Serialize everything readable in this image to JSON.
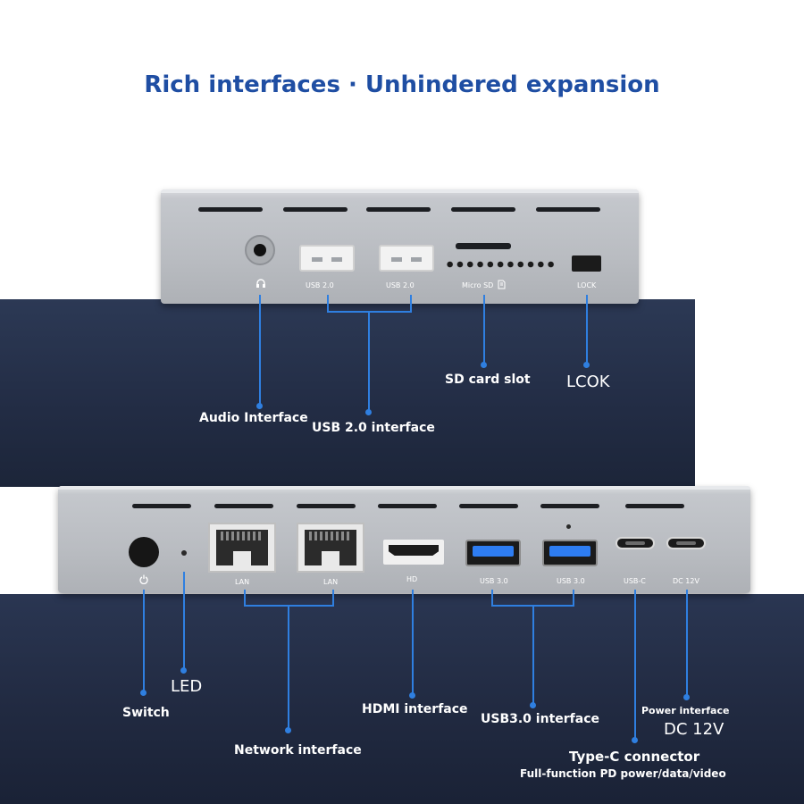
{
  "headline": "Rich interfaces · Unhindered expansion",
  "colors": {
    "accent": "#1f4ea3",
    "line": "#2f7fe0",
    "panel": "#243049",
    "dock": "#bcbfc4"
  },
  "top_dock": {
    "port_labels": {
      "usb2_a": "USB 2.0",
      "usb2_b": "USB 2.0",
      "microsd": "Micro SD",
      "lock": "LOCK"
    },
    "callouts": {
      "audio": "Audio Interface",
      "usb2": "USB 2.0 interface",
      "sd": "SD card slot",
      "lock": "LCOK"
    },
    "icons": [
      "headphone-icon",
      "sd-card-icon"
    ]
  },
  "bottom_dock": {
    "port_labels": {
      "lan_a": "LAN",
      "lan_b": "LAN",
      "hd": "HD",
      "usb3_a": "USB 3.0",
      "usb3_b": "USB 3.0",
      "usbc": "USB-C",
      "dc": "DC 12V"
    },
    "callouts": {
      "switch": "Switch",
      "led": "LED",
      "network": "Network interface",
      "hdmi": "HDMI interface",
      "usb3": "USB3.0 interface",
      "power_title": "Power interface",
      "power_value": "DC 12V",
      "typec_title": "Type-C connector",
      "typec_sub": "Full-function PD power/data/video"
    },
    "icons": [
      "power-icon"
    ]
  }
}
